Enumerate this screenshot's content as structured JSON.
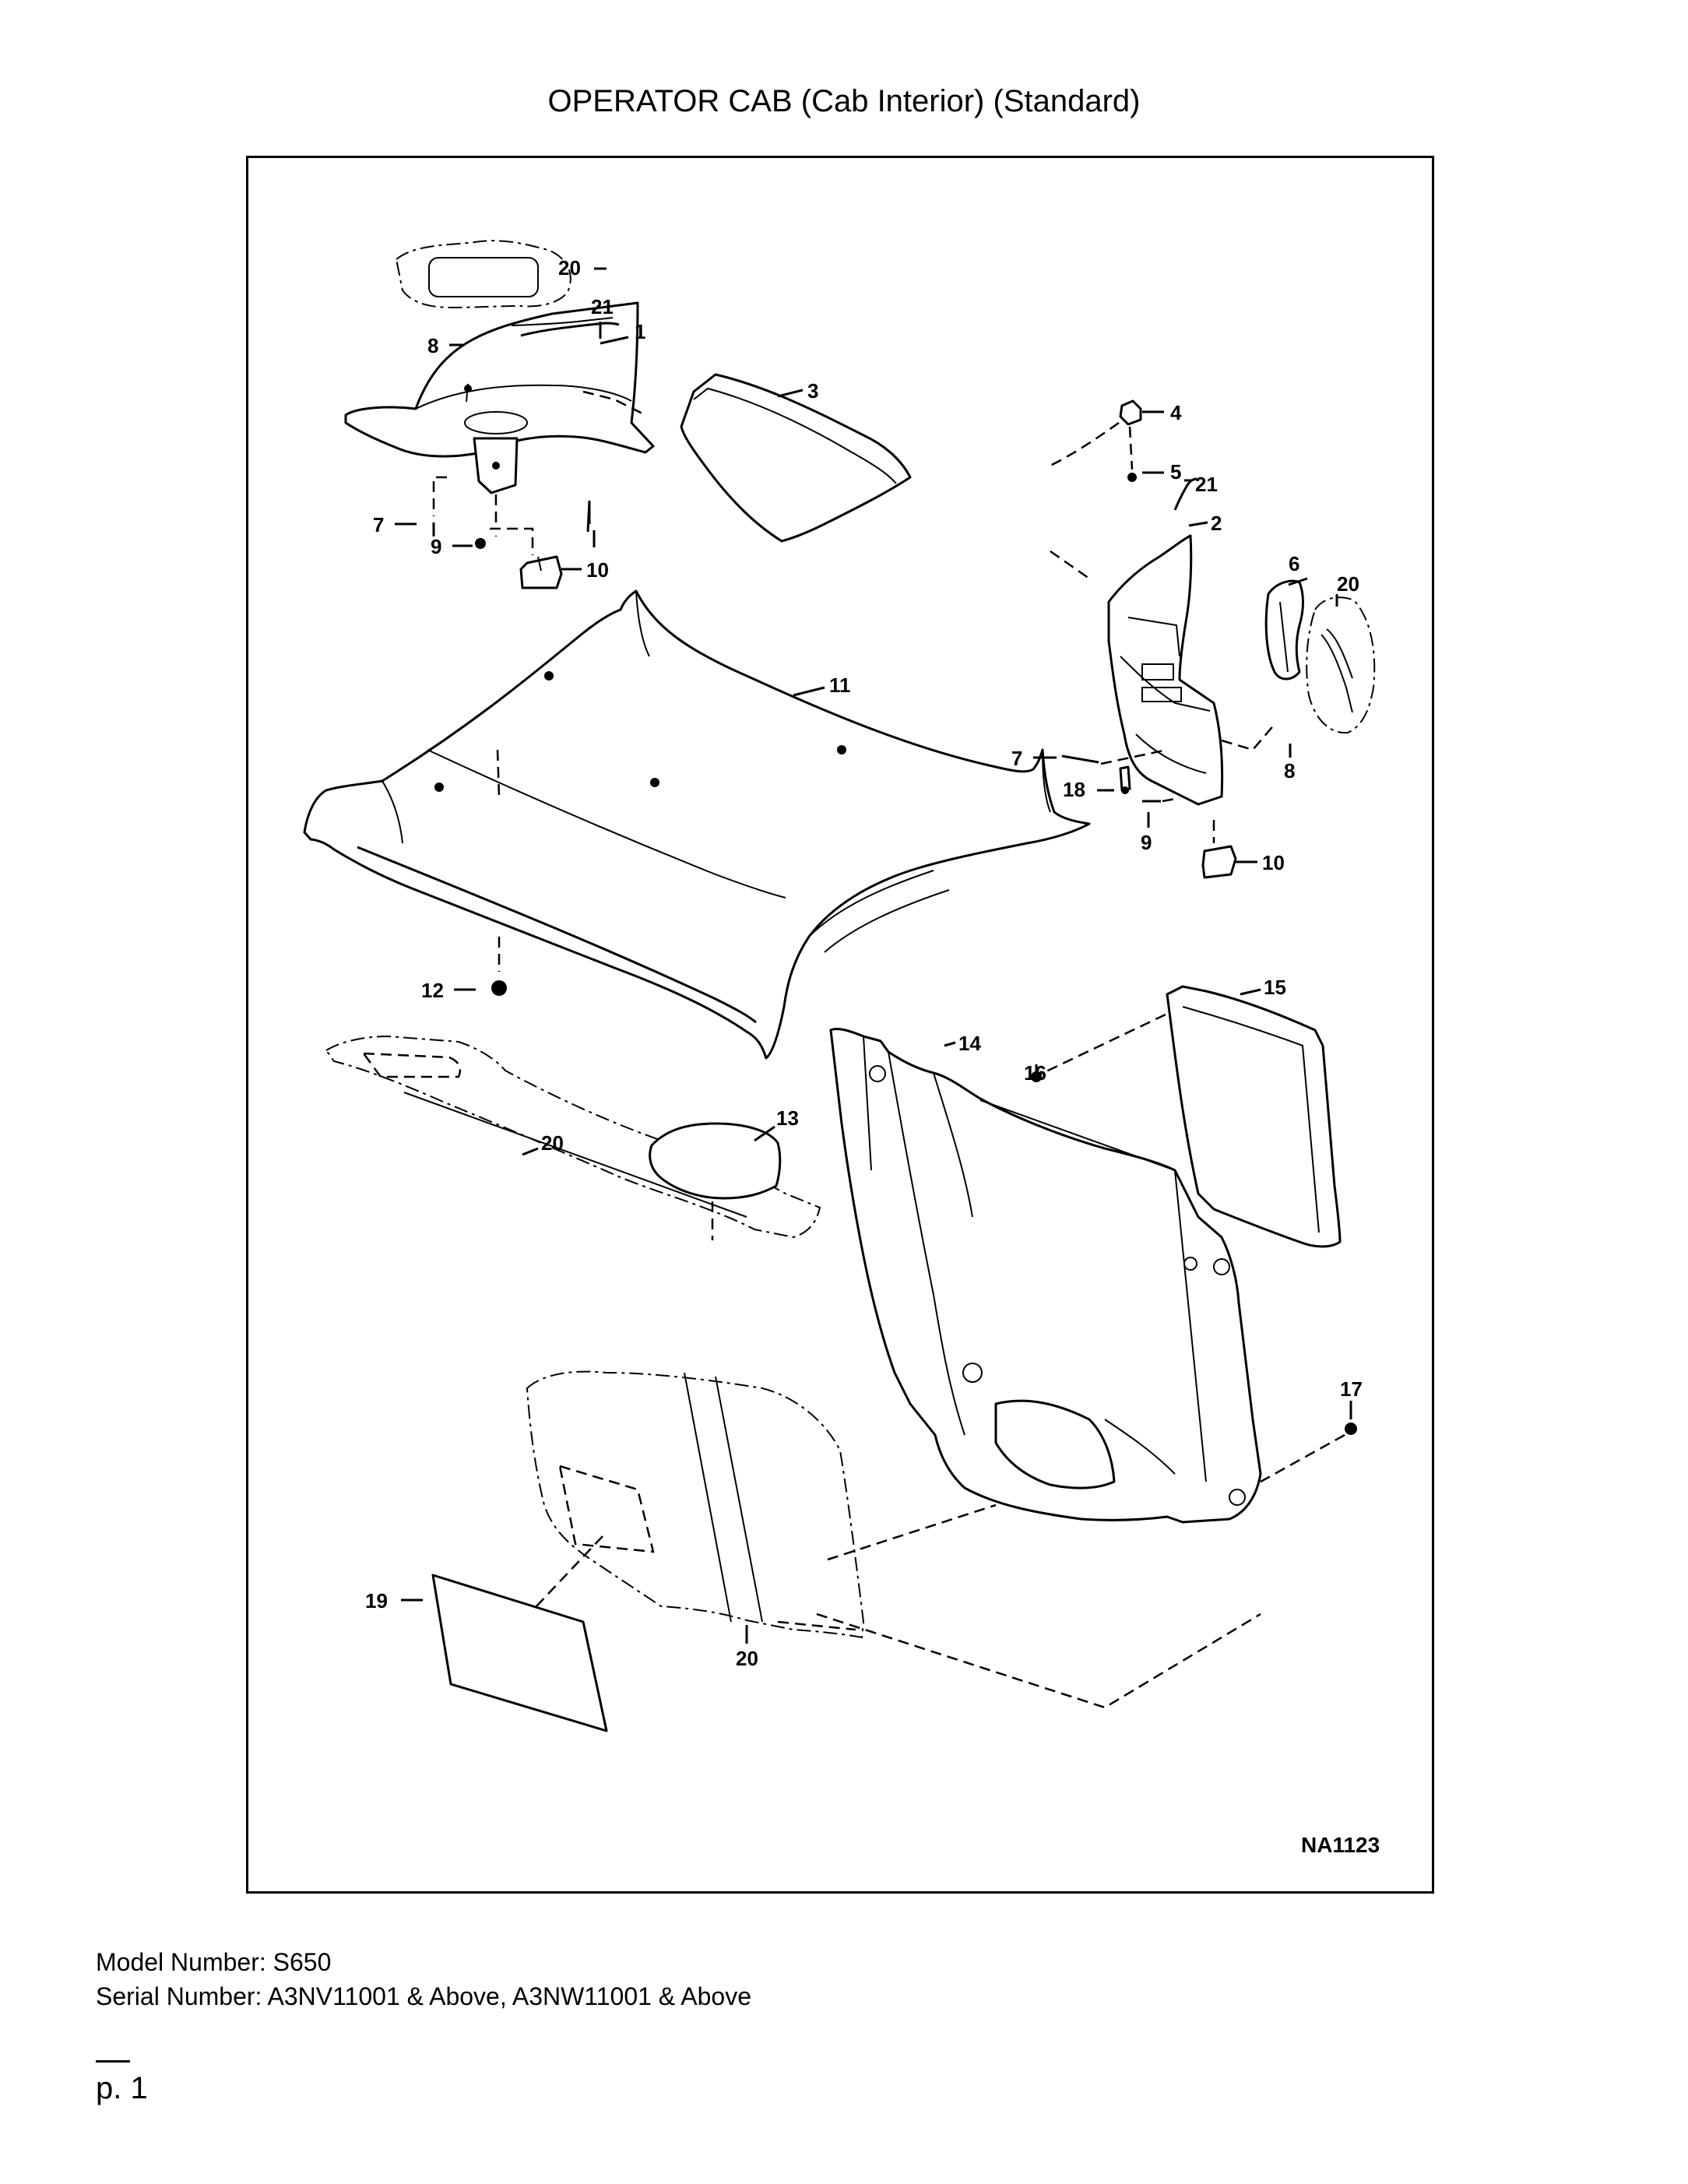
{
  "page": {
    "title": "OPERATOR CAB (Cab Interior) (Standard)",
    "model_number": "Model Number: S650",
    "serial_number": "Serial Number: A3NV11001 & Above, A3NW11001 & Above",
    "page_number": "p. 1"
  },
  "diagram": {
    "reference": "NA1123",
    "callouts": [
      "20",
      "21",
      "1",
      "8",
      "3",
      "4",
      "5",
      "21",
      "2",
      "7",
      "9",
      "10",
      "6",
      "20",
      "11",
      "7",
      "8",
      "18",
      "9",
      "10",
      "12",
      "15",
      "14",
      "16",
      "20",
      "13",
      "17",
      "19",
      "20"
    ]
  }
}
